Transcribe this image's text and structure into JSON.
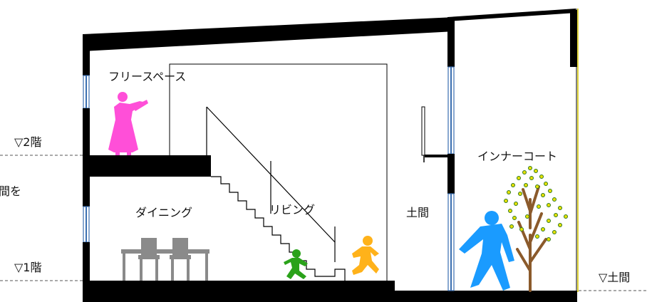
{
  "labels": {
    "free_space": "フリースペース",
    "dining": "ダイニング",
    "living": "リビング",
    "doma": "土間",
    "inner_court": "インナーコート",
    "level_2f": "▽2階",
    "level_1f": "▽1階",
    "level_doma": "▽土間",
    "left_edge_fragment": "間を"
  },
  "colors": {
    "structure": "#000000",
    "glass": "#3b6fb0",
    "person_pink": "#ff4fd8",
    "person_green": "#2aa21a",
    "person_orange": "#ffb21a",
    "person_blue": "#1a9bff",
    "furniture": "#8a8a8a",
    "tree_trunk": "#8b5a2b",
    "leaf_fill": "#e8e000",
    "leaf_stroke": "#2f7a1f",
    "edge_accent": "#d9c800"
  },
  "icons": {
    "person_2f": "standing-woman-icon",
    "child_1": "running-child-icon",
    "child_2": "jumping-child-icon",
    "adult_court": "walking-man-icon",
    "tree": "tree-icon",
    "table": "dining-table-icon"
  }
}
